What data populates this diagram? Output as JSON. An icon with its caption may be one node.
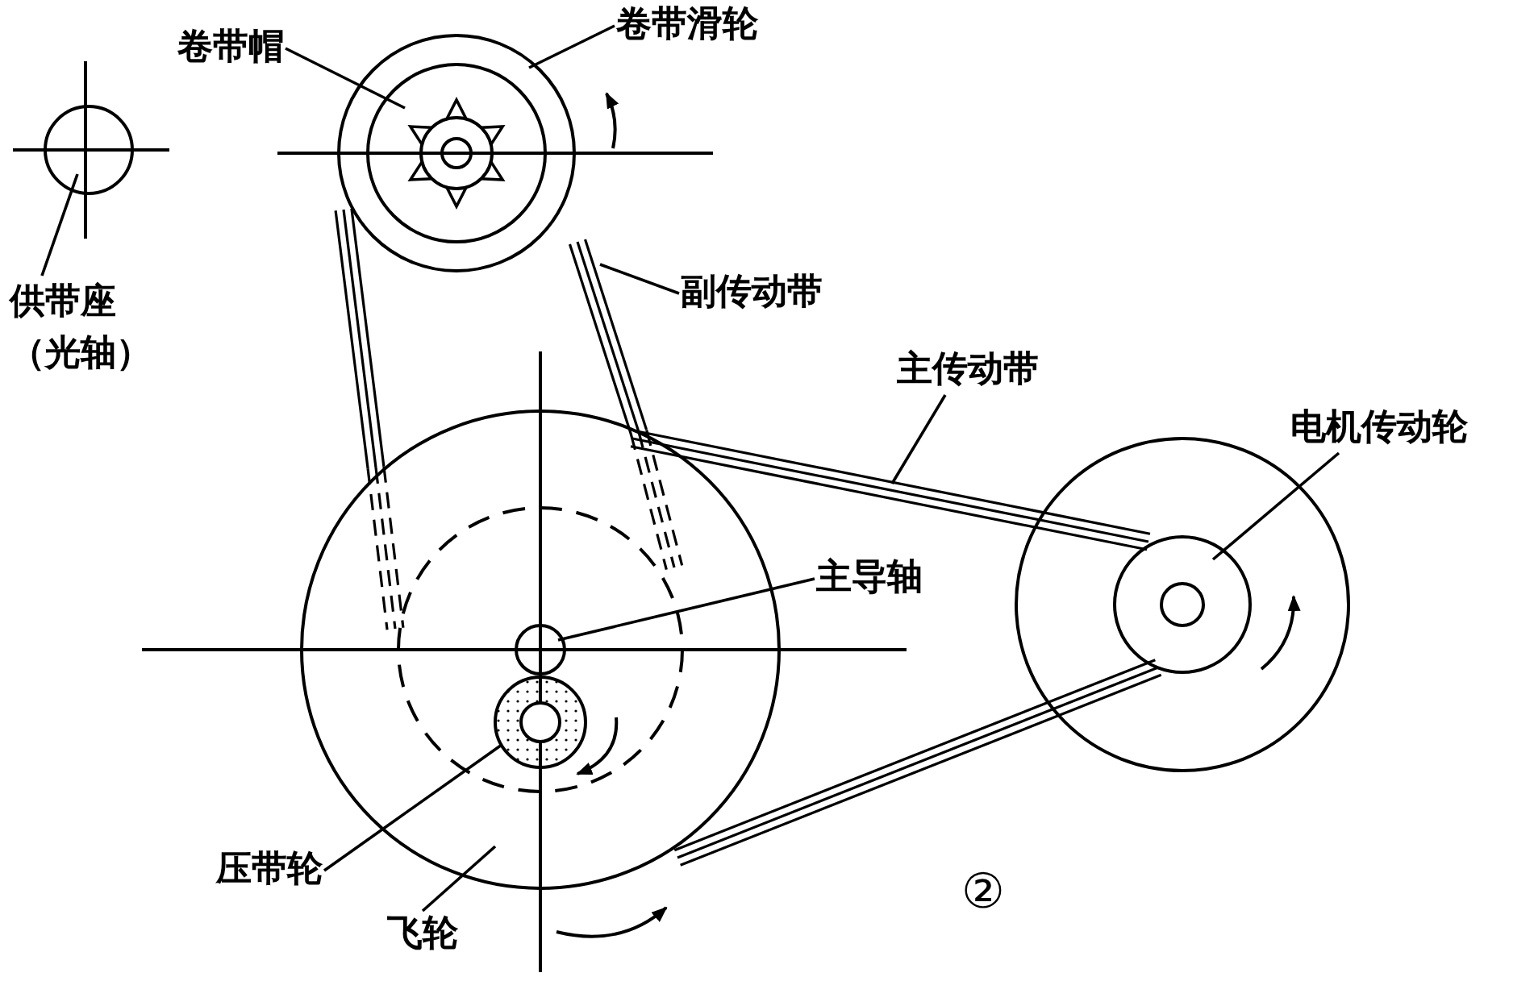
{
  "diagram": {
    "nodes": [
      {
        "text": [
          "卷带帽"
        ]
      },
      {
        "text": [
          "卷带滑轮"
        ]
      },
      {
        "text": [
          "供带座（光轴）"
        ]
      },
      {
        "text": [
          "副传动带"
        ]
      },
      {
        "text": [
          "主传动带"
        ]
      },
      {
        "text": [
          "电机传动轮"
        ]
      },
      {
        "text": [
          "主导轴"
        ]
      },
      {
        "text": [
          "压带轮"
        ]
      },
      {
        "text": [
          "飞轮"
        ]
      }
    ],
    "edges": [
      {
        "from": 0,
        "to": null,
        "arrow": "none"
      },
      {
        "from": 1,
        "to": null,
        "arrow": "none"
      },
      {
        "from": 2,
        "to": null,
        "arrow": "none"
      },
      {
        "from": 3,
        "to": null,
        "arrow": "none"
      },
      {
        "from": 4,
        "to": null,
        "arrow": "none"
      },
      {
        "from": 5,
        "to": null,
        "arrow": "none"
      },
      {
        "from": 6,
        "to": null,
        "arrow": "none"
      },
      {
        "from": 7,
        "to": null,
        "arrow": "none"
      },
      {
        "from": 8,
        "to": null,
        "arrow": "none"
      }
    ],
    "labels": [
      "②"
    ]
  }
}
